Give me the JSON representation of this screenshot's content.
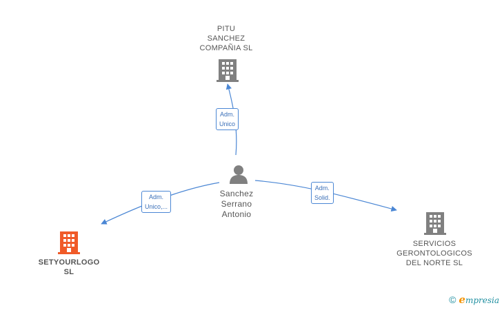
{
  "companies": {
    "pitu": {
      "lines": [
        "PITU",
        "SANCHEZ",
        "COMPAÑIA  SL"
      ]
    },
    "setyourlogo": {
      "lines": [
        "SETYOURLOGO",
        "SL"
      ]
    },
    "servicios": {
      "lines": [
        "SERVICIOS",
        "GERONTOLOGICOS",
        "DEL NORTE SL"
      ]
    }
  },
  "person": {
    "lines": [
      "Sanchez",
      "Serrano",
      "Antonio"
    ]
  },
  "relations": {
    "to_pitu": {
      "lines": [
        "Adm.",
        "Unico"
      ]
    },
    "to_setyourlogo": {
      "lines": [
        "Adm.",
        "Unico,..."
      ]
    },
    "to_servicios": {
      "lines": [
        "Adm.",
        "Solid."
      ]
    }
  },
  "brand": {
    "copyright": "©",
    "e": "e",
    "rest": "mpresia"
  },
  "colors": {
    "main_company": "#f05a28",
    "company": "#808080",
    "person": "#808080",
    "link": "#4a86d4"
  }
}
